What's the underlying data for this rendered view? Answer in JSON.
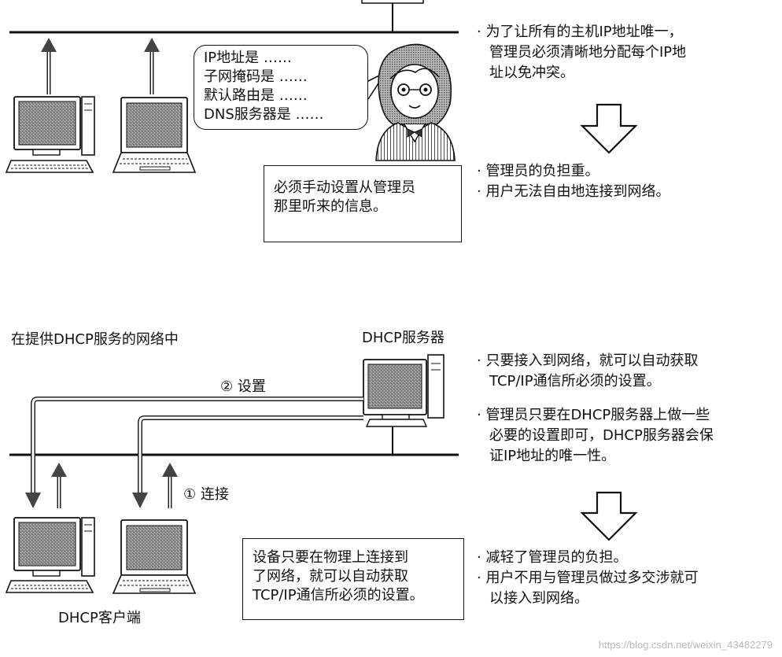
{
  "top": {
    "bubble": [
      "IP地址是 ……",
      "子网掩码是 ……",
      "默认路由是 ……",
      "DNS服务器是 ……"
    ],
    "note": [
      "必须手动设置从管理员",
      "那里听来的信息。"
    ],
    "right_bullets_1": [
      "· 为了让所有的主机IP地址唯一，",
      "管理员必须清晰地分配每个IP地",
      "址以免冲突。"
    ],
    "right_bullets_2": [
      "· 管理员的负担重。",
      "· 用户无法自由地连接到网络。"
    ]
  },
  "bottom": {
    "section_label": "在提供DHCP服务的网络中",
    "server_label": "DHCP服务器",
    "client_label": "DHCP客户端",
    "step_setup": "② 设置",
    "step_connect": "① 连接",
    "note": [
      "设备只要在物理上连接到",
      "了网络，就可以自动获取",
      "TCP/IP通信所必须的设置。"
    ],
    "right_bullets_1": [
      "· 只要接入到网络，就可以自动获取",
      "TCP/IP通信所必须的设置。"
    ],
    "right_bullets_2": [
      "· 管理员只要在DHCP服务器上做一些",
      "必要的设置即可，DHCP服务器会保",
      "证IP地址的唯一性。"
    ],
    "right_bullets_3": [
      "· 减轻了管理员的负担。",
      "· 用户不用与管理员做过多交涉就可",
      "以接入到网络。"
    ]
  },
  "watermark": "https://blog.csdn.net/weixin_43482279",
  "icons": [
    "desktop-computer-icon",
    "laptop-computer-icon",
    "administrator-person-icon",
    "server-computer-icon",
    "up-arrow-icon",
    "down-arrow-icon"
  ]
}
